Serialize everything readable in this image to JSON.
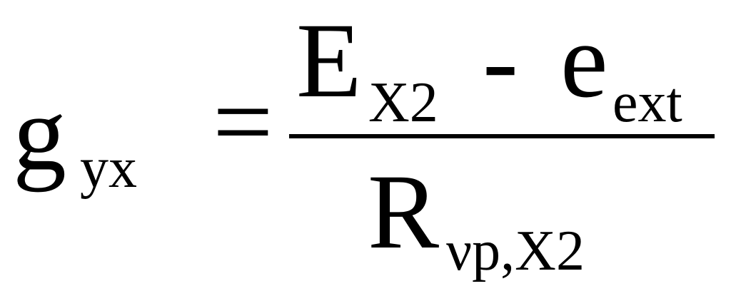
{
  "equation": {
    "lhs": {
      "symbol": "g",
      "subscript": "yx"
    },
    "equals": "=",
    "numerator": {
      "term1_symbol": "E",
      "term1_subscript": "X2",
      "operator": "-",
      "term2_symbol": "e",
      "term2_subscript": "ext"
    },
    "denominator": {
      "symbol": "R",
      "subscript": "νp,X2"
    }
  }
}
